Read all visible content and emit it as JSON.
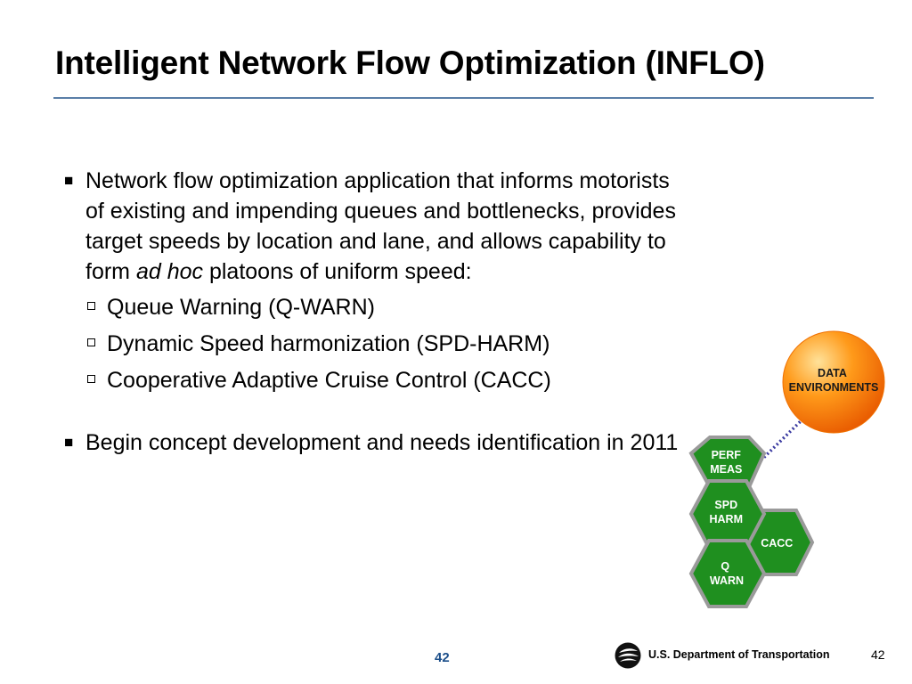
{
  "title": "Intelligent Network Flow Optimization (INFLO)",
  "bullets": [
    {
      "text_before": "Network flow optimization application that informs motorists of existing and impending queues and bottlenecks, provides target speeds by location and lane, and allows capability to form ",
      "emphasis": "ad hoc",
      "text_after": " platoons of uniform speed:",
      "sub_items": [
        "Queue Warning (Q-WARN)",
        "Dynamic Speed harmonization (SPD-HARM)",
        "Cooperative Adaptive Cruise Control (CACC)"
      ]
    },
    {
      "text_before": "Begin concept development and needs identification in 2011"
    }
  ],
  "diagram": {
    "circle_line1": "DATA",
    "circle_line2": "ENVIRONMENTS",
    "hexes": [
      {
        "line1": "PERF",
        "line2": "MEAS"
      },
      {
        "line1": "SPD",
        "line2": "HARM"
      },
      {
        "line1": "CACC",
        "line2": ""
      },
      {
        "line1": "Q",
        "line2": "WARN"
      }
    ]
  },
  "footer": {
    "page_center": "42",
    "department": "U.S. Department of Transportation",
    "page_right": "42"
  },
  "colors": {
    "hex_fill": "#1f8f1f",
    "hex_stroke": "#9a9a9a",
    "circle_fill": "#ff7d05",
    "connector": "#3a3aa0",
    "rule": "#5a7fa8"
  }
}
